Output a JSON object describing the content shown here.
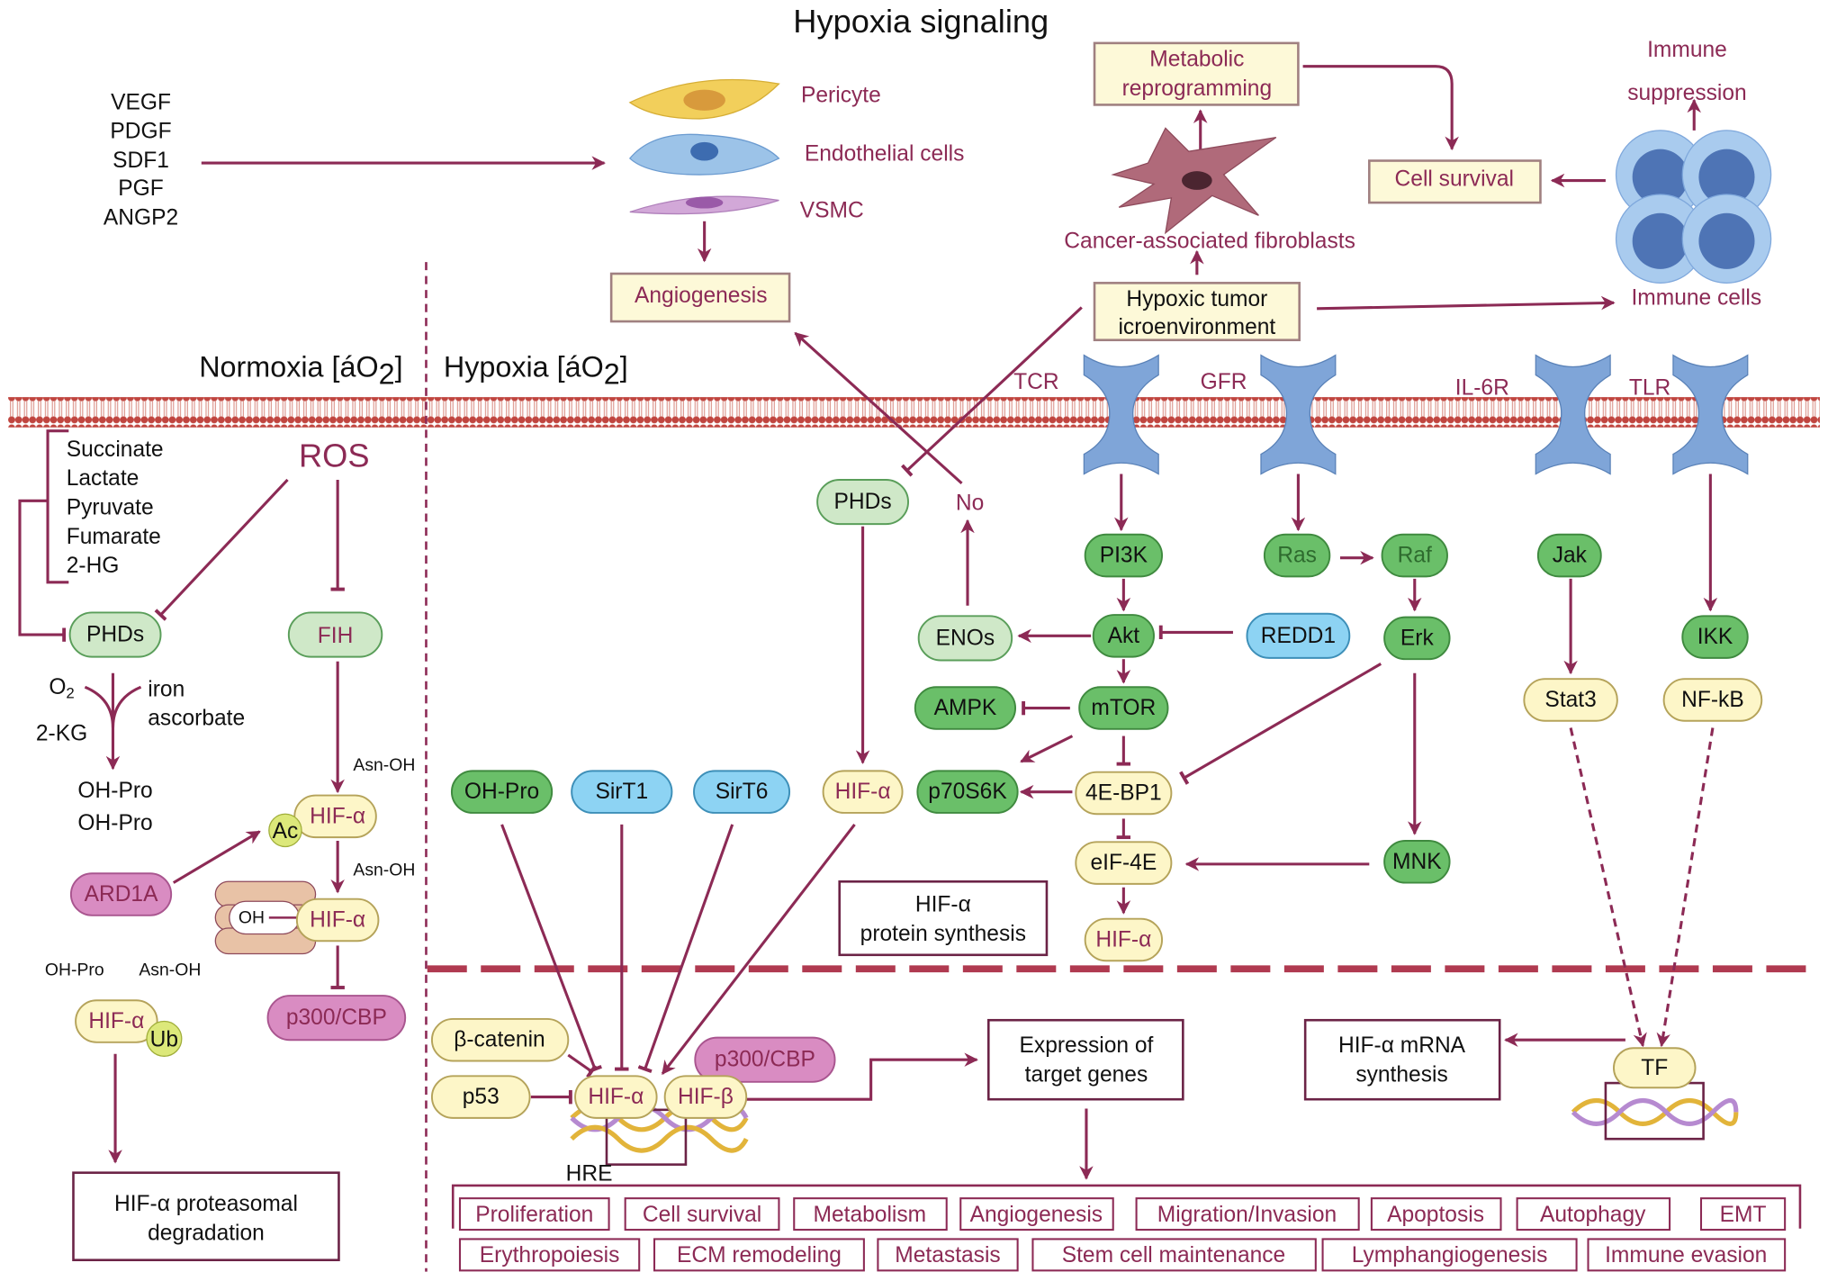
{
  "title": "Hypoxia signaling",
  "factors": [
    "VEGF",
    "PDGF",
    "SDF1",
    "PGF",
    "ANGP2"
  ],
  "cells": {
    "pericyte": "Pericyte",
    "endothelial": "Endothelial cells",
    "vsmc": "VSMC"
  },
  "angiogenesis": "Angiogenesis",
  "metabolic": [
    "Metabolic",
    "reprogramming"
  ],
  "caf": "Cancer-associated fibroblasts",
  "hypoxic_tme": [
    "Hypoxic tumor",
    "icroenvironment"
  ],
  "cell_survival": "Cell survival",
  "immune_suppression": [
    "Immune",
    "suppression"
  ],
  "immune_cells": "Immune cells",
  "normoxia": {
    "text": "Normoxia [áO",
    "sub": "2",
    "end": "]"
  },
  "hypoxia": {
    "text": "Hypoxia  [áO",
    "sub": "2",
    "end": "]"
  },
  "receptors": [
    "TCR",
    "GFR",
    "IL-6R",
    "TLR"
  ],
  "normoxia_panel": {
    "metabolites": [
      "Succinate",
      "Lactate",
      "Pyruvate",
      "Fumarate",
      "2-HG"
    ],
    "ros": "ROS",
    "phds": "PHDs",
    "fih": "FIH",
    "o2": {
      "text": "O",
      "sub": "2"
    },
    "iron": "iron",
    "ascorbate": "ascorbate",
    "kg": "2-KG",
    "oh_pro": [
      "OH-Pro",
      "OH-Pro"
    ],
    "asn_oh": "Asn-OH",
    "hif": "HIF-α",
    "ac": "Ac",
    "oh": "OH",
    "ard1a": "ARD1A",
    "p300": "p300/CBP",
    "oh_pro_small": "OH-Pro",
    "ub": "Ub",
    "degradation": [
      "HIF-α proteasomal",
      "degradation"
    ]
  },
  "pathway": {
    "phds": "PHDs",
    "no": "No",
    "pi3k": "PI3K",
    "ras": "Ras",
    "raf": "Raf",
    "jak": "Jak",
    "enos": "ENOs",
    "akt": "Akt",
    "redd1": "REDD1",
    "erk": "Erk",
    "ikk": "IKK",
    "ampk": "AMPK",
    "mtor": "mTOR",
    "stat3": "Stat3",
    "nfkb": "NF-kB",
    "oh_pro": "OH-Pro",
    "sirt1": "SirT1",
    "sirt6": "SirT6",
    "hif": "HIF-α",
    "p70s6k": "p70S6K",
    "ebp1": "4E-BP1",
    "mnk": "MNK",
    "eif4e": "eIF-4E",
    "protein_synthesis": [
      "HIF-α",
      "protein synthesis"
    ]
  },
  "nucleus": {
    "beta_catenin": "β-catenin",
    "p53": "p53",
    "hif_a": "HIF-α",
    "hif_b": "HIF-β",
    "p300": "p300/CBP",
    "hre": "HRE",
    "expression": [
      "Expression of",
      "target genes"
    ],
    "mrna": [
      "HIF-α mRNA",
      "synthesis"
    ],
    "tf": "TF"
  },
  "outcomes": {
    "row1": [
      "Proliferation",
      "Cell survival",
      "Metabolism",
      "Angiogenesis",
      "Migration/Invasion",
      "Apoptosis",
      "Autophagy",
      "EMT"
    ],
    "row2": [
      "Erythropoiesis",
      "ECM remodeling",
      "Metastasis",
      "Stem cell maintenance",
      "Lymphangiogenesis",
      "Immune evasion"
    ]
  },
  "colors": {
    "arrow": "#8c2a55",
    "membrane": "#c0453f",
    "dark_green": "#6abf69",
    "light_green": "#cfe8c8",
    "blue": "#8dd3f3",
    "yellow": "#fdf6c8",
    "pink": "#d98cc2"
  }
}
